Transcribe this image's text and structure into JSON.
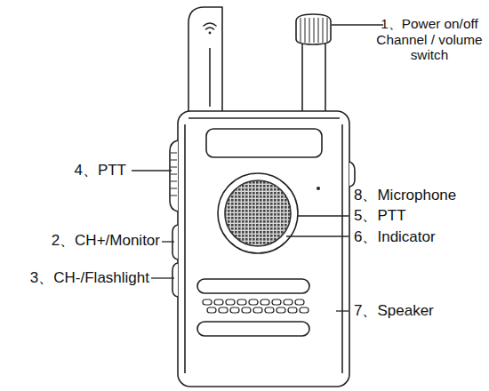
{
  "diagram": {
    "labels": [
      "1、Power on/off Channel / volume switch",
      "4、PTT",
      "8、Microphone",
      "5、PTT",
      "2、CH+/Monitor",
      "6、Indicator",
      "3、CH-/Flashlight",
      "7、Speaker"
    ]
  }
}
